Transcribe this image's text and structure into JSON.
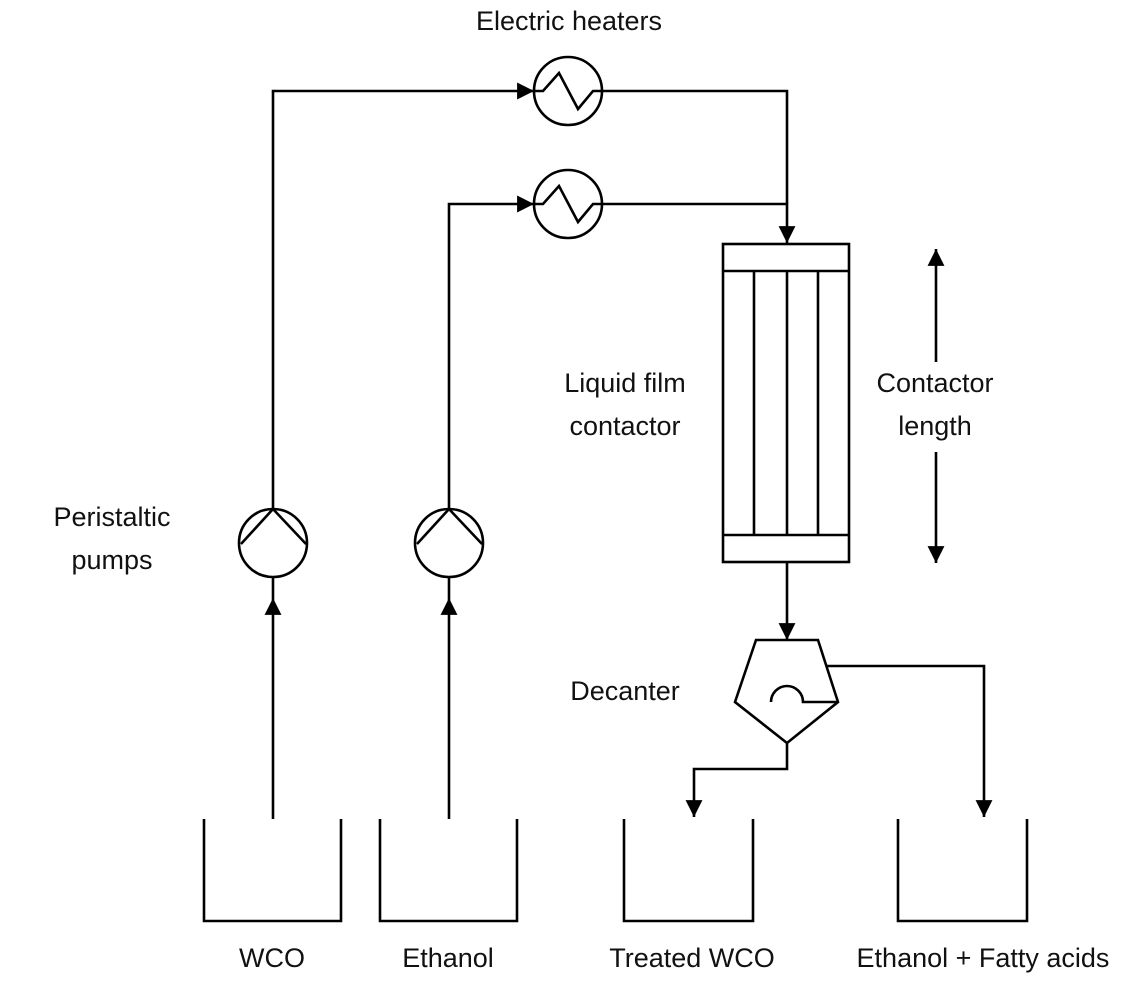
{
  "diagram": {
    "type": "process-flow",
    "labels": {
      "heaters": "Electric heaters",
      "pumps_line1": "Peristaltic",
      "pumps_line2": "pumps",
      "contactor_line1": "Liquid film",
      "contactor_line2": "contactor",
      "length_line1": "Contactor",
      "length_line2": "length",
      "decanter": "Decanter"
    },
    "tanks": [
      {
        "id": "wco",
        "label": "WCO",
        "role": "feed"
      },
      {
        "id": "ethanol",
        "label": "Ethanol",
        "role": "feed"
      },
      {
        "id": "treated",
        "label": "Treated WCO",
        "role": "product"
      },
      {
        "id": "extract",
        "label": "Ethanol + Fatty acids",
        "role": "product"
      }
    ],
    "equipment": [
      {
        "id": "pump-wco",
        "type": "peristaltic-pump"
      },
      {
        "id": "pump-ethanol",
        "type": "peristaltic-pump"
      },
      {
        "id": "heater-wco",
        "type": "electric-heater"
      },
      {
        "id": "heater-ethanol",
        "type": "electric-heater"
      },
      {
        "id": "contactor",
        "type": "liquid-film-contactor"
      },
      {
        "id": "decanter",
        "type": "decanter"
      }
    ],
    "streams": [
      {
        "from": "WCO",
        "to": "pump-wco"
      },
      {
        "from": "pump-wco",
        "to": "heater-wco"
      },
      {
        "from": "heater-wco",
        "to": "contactor"
      },
      {
        "from": "Ethanol",
        "to": "pump-ethanol"
      },
      {
        "from": "pump-ethanol",
        "to": "heater-ethanol"
      },
      {
        "from": "heater-ethanol",
        "to": "contactor"
      },
      {
        "from": "contactor",
        "to": "decanter"
      },
      {
        "from": "decanter",
        "to": "Treated WCO"
      },
      {
        "from": "decanter",
        "to": "Ethanol + Fatty acids"
      }
    ]
  }
}
